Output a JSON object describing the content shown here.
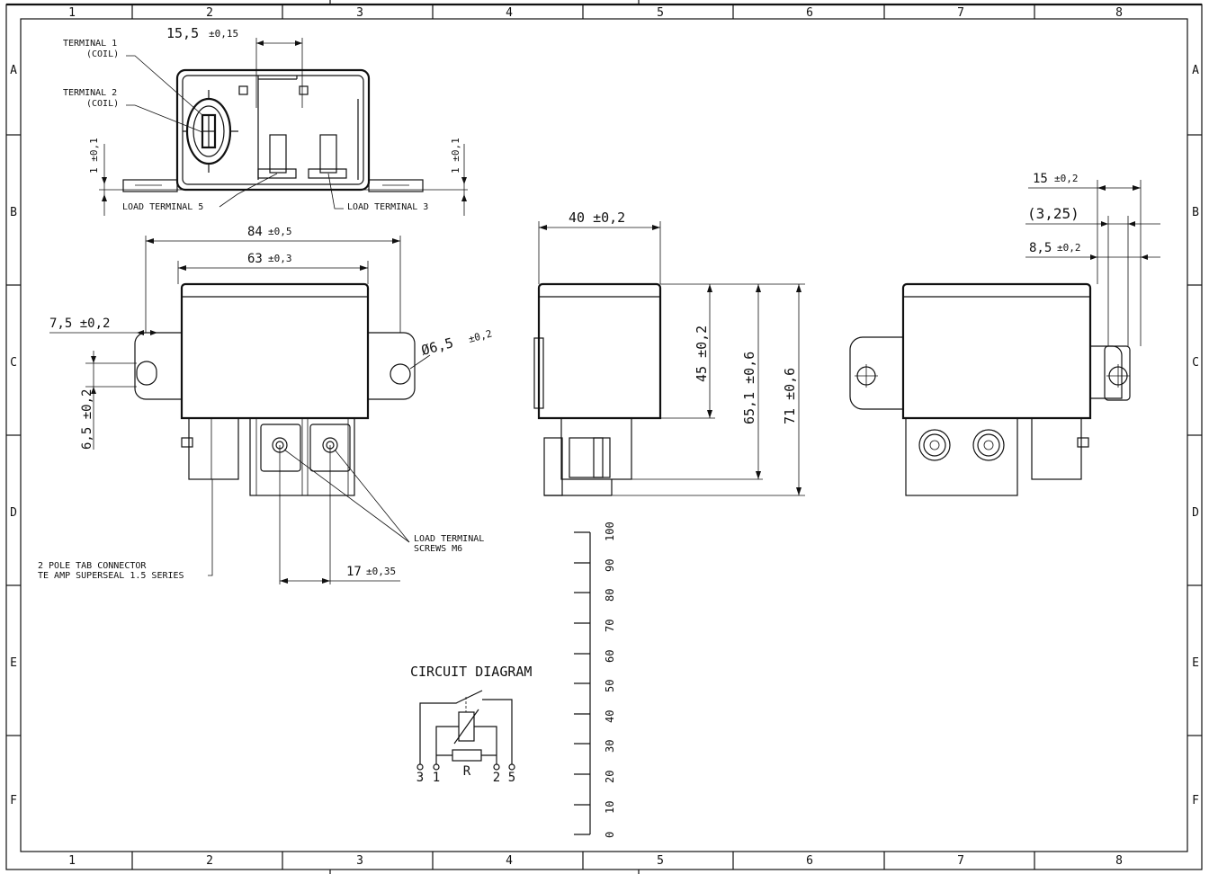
{
  "frame": {
    "columns": [
      "1",
      "2",
      "3",
      "4",
      "5",
      "6",
      "7",
      "8"
    ],
    "rows": [
      "A",
      "B",
      "C",
      "D",
      "E",
      "F"
    ]
  },
  "top_view": {
    "terminal1": [
      "TERMINAL 1",
      "(COIL)"
    ],
    "terminal2": [
      "TERMINAL 2",
      "(COIL)"
    ],
    "load5": "LOAD TERMINAL 5",
    "load3": "LOAD TERMINAL 3",
    "dim_width": "15,5",
    "dim_width_tol": "±0,15",
    "dim_left": "1 ±0,1",
    "dim_right": "1 ±0,1"
  },
  "front_view": {
    "dim_84": "84",
    "dim_84_tol": "±0,5",
    "dim_63": "63",
    "dim_63_tol": "±0,3",
    "dim_7_5": "7,5 ±0,2",
    "dim_6_5": "6,5 ±0,2",
    "dim_dia": "Ø6,5",
    "dim_dia_tol": "±0,2",
    "dim_17": "17",
    "dim_17_tol": "±0,35",
    "connector_label": [
      "2 POLE TAB CONNECTOR",
      "TE AMP SUPERSEAL 1.5 SERIES"
    ],
    "screws_label": [
      "LOAD TERMINAL",
      "SCREWS M6"
    ]
  },
  "side_view": {
    "dim_40": "40 ±0,2",
    "dim_45": "45 ±0,2",
    "dim_65": "65,1 ±0,6",
    "dim_71": "71 ±0,6"
  },
  "rear_view": {
    "dim_15": "15",
    "dim_15_tol": "±0,2",
    "dim_3_25": "(3,25)",
    "dim_8_5": "8,5",
    "dim_8_5_tol": "±0,2"
  },
  "circuit": {
    "title": "CIRCUIT DIAGRAM",
    "resistor": "R",
    "pins": [
      "3",
      "1",
      "2",
      "5"
    ]
  },
  "scale": {
    "ticks": [
      "0",
      "10",
      "20",
      "30",
      "40",
      "50",
      "60",
      "70",
      "80",
      "90",
      "100"
    ]
  }
}
